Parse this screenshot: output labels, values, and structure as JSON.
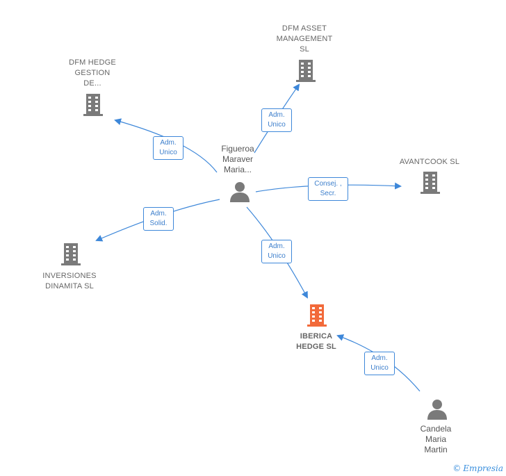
{
  "nodes": {
    "dfm_asset": {
      "label": "DFM ASSET\nMANAGEMENT\nSL",
      "type": "company",
      "color": "#7a7a7a"
    },
    "dfm_hedge": {
      "label": "DFM HEDGE\nGESTION\nDE...",
      "type": "company",
      "color": "#7a7a7a"
    },
    "avantcook": {
      "label": "AVANTCOOK SL",
      "type": "company",
      "color": "#7a7a7a"
    },
    "inversiones": {
      "label": "INVERSIONES\nDINAMITA  SL",
      "type": "company",
      "color": "#7a7a7a"
    },
    "iberica": {
      "label": "IBERICA\nHEDGE  SL",
      "type": "company",
      "color": "#f26a3a"
    },
    "figueroa": {
      "label": "Figueroa\nMaraver\nMaria...",
      "type": "person",
      "color": "#7a7a7a"
    },
    "candela": {
      "label": "Candela\nMaria\nMartin",
      "type": "person",
      "color": "#7a7a7a"
    }
  },
  "edges": {
    "e1": {
      "label": "Adm.\nUnico"
    },
    "e2": {
      "label": "Adm.\nUnico"
    },
    "e3": {
      "label": "Consej. ,\nSecr."
    },
    "e4": {
      "label": "Adm.\nSolid."
    },
    "e5": {
      "label": "Adm.\nUnico"
    },
    "e6": {
      "label": "Adm.\nUnico"
    }
  },
  "colors": {
    "edge": "#3d87d9",
    "company": "#7a7a7a",
    "focus_company": "#f26a3a"
  },
  "brand": {
    "copyright": "©",
    "name": "Empresia"
  }
}
